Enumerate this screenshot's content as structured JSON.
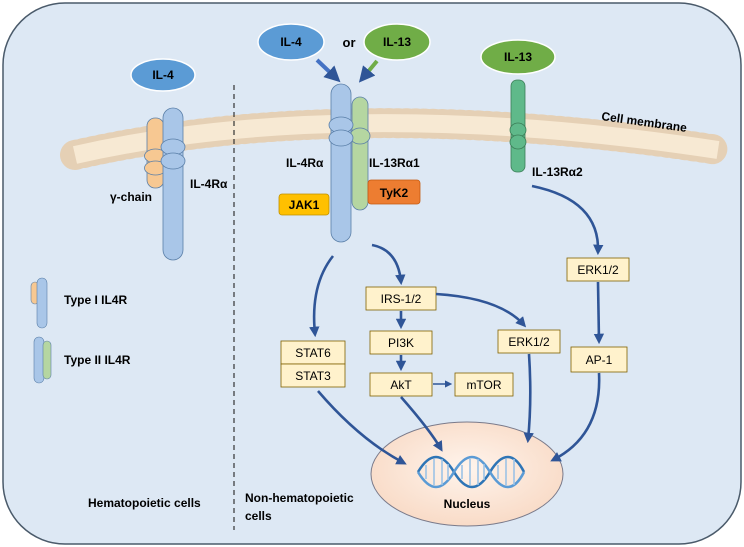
{
  "ligands": {
    "il4_left": "IL-4",
    "il4_top": "IL-4",
    "or": "or",
    "il13_top": "IL-13",
    "il13_right": "IL-13"
  },
  "membrane": {
    "label": "Cell membrane"
  },
  "receptors": {
    "gamma_chain": "γ-chain",
    "il4ra_left": "IL-4Rα",
    "il4ra_mid": "IL-4Rα",
    "il13ra1": "IL-13Rα1",
    "il13ra2": "IL-13Rα2"
  },
  "kinases": {
    "jak1": "JAK1",
    "tyk2": "TyK2"
  },
  "legend": {
    "type1": "Type I IL4R",
    "type2": "Type II IL4R"
  },
  "pathway": {
    "irs": "IRS-1/2",
    "pi3k": "PI3K",
    "akt": "AkT",
    "mtor": "mTOR",
    "stat6": "STAT6",
    "stat3": "STAT3",
    "erk_mid": "ERK1/2",
    "erk_right": "ERK1/2",
    "ap1": "AP-1",
    "nucleus": "Nucleus"
  },
  "regions": {
    "hematopoietic": "Hematopoietic cells",
    "non_hematopoietic_1": "Non-hematopoietic",
    "non_hematopoietic_2": "cells"
  },
  "colors": {
    "cell_bg": "#dde8f4",
    "membrane": "#f4a340",
    "il4": "#5b9bd5",
    "il13": "#70ad47",
    "receptor_blue": "#a9c6e8",
    "receptor_orange": "#f7c892",
    "receptor_green": "#b5d6a1",
    "receptor_teal": "#5fb98a",
    "jak1": "#ffc000",
    "tyk2": "#ed7d31",
    "box_fill": "#fff2cc",
    "arrow": "#2f5597",
    "nucleus": "#fbe5d6"
  }
}
